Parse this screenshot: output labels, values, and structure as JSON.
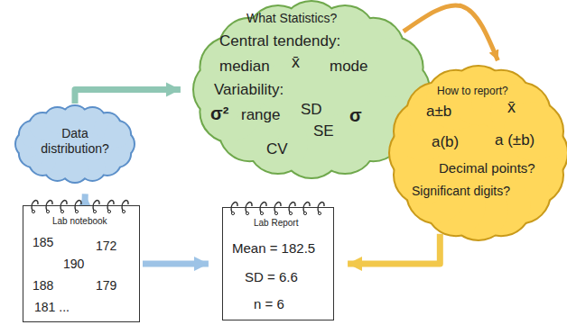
{
  "diagram": {
    "nodes": [
      {
        "text": [
          "Data distribution?"
        ]
      },
      {
        "text": [
          "What Statistics?",
          "Central tendendy:",
          "median",
          "x̄",
          "mode",
          "Variability:",
          "σ²",
          "range",
          "SD",
          "σ",
          "SE",
          "CV"
        ]
      },
      {
        "text": [
          "How to report?",
          "a±b",
          "x̄",
          "a(b)",
          "a (±b)",
          "Decimal points?",
          "Significant digits?"
        ]
      },
      {
        "text": [
          "Lab notebook",
          "185",
          "172",
          "190",
          "188",
          "179",
          "181 ..."
        ]
      },
      {
        "text": [
          "Lab Report",
          "Mean = 182.5",
          "SD = 6.6",
          "n = 6"
        ]
      }
    ],
    "edges": [
      {
        "from": 3,
        "to": 0,
        "arrow": "to"
      },
      {
        "from": 0,
        "to": 1,
        "arrow": "to"
      },
      {
        "from": 1,
        "to": 2,
        "arrow": "to"
      },
      {
        "from": 2,
        "to": 4,
        "arrow": "to"
      },
      {
        "from": 3,
        "to": 4,
        "arrow": "to"
      }
    ]
  }
}
